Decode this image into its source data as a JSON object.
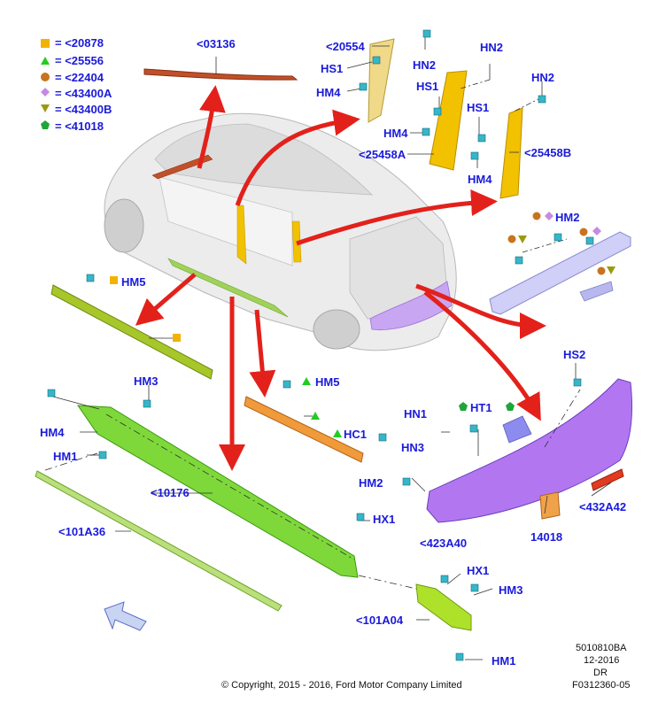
{
  "legend": [
    {
      "symbol": "square",
      "color": "#f2b200",
      "text": "= <20878"
    },
    {
      "symbol": "triangle-up",
      "color": "#22cc22",
      "text": "= <25556"
    },
    {
      "symbol": "circle",
      "color": "#c8741e",
      "text": "= <22404"
    },
    {
      "symbol": "diamond",
      "color": "#c58be0",
      "text": "= <43400A"
    },
    {
      "symbol": "triangle-down",
      "color": "#9a9a10",
      "text": "= <43400B"
    },
    {
      "symbol": "pentagon",
      "color": "#1fa53a",
      "text": "= <41018"
    }
  ],
  "labels": {
    "roof_strip": "<03136",
    "pillar_front": "<20554",
    "hs1_a": "HS1",
    "hn2_a": "HN2",
    "hm4_a": "HM4",
    "hn2_b": "HN2",
    "hs1_b": "HS1",
    "hm4_b": "HM4",
    "pillar_mid": "<25458A",
    "hn2_c": "HN2",
    "hs1_c": "HS1",
    "pillar_rear": "<25458B",
    "hm4_c": "HM4",
    "hm2_rear": "HM2",
    "hm5_left": "HM5",
    "hm3_sill": "HM3",
    "hm4_sill": "HM4",
    "hm1_sill": "HM1",
    "sill_main": "<10176",
    "sill_strip": "<101A36",
    "hm5_mid": "HM5",
    "hc1": "HC1",
    "hs2": "HS2",
    "hn1": "HN1",
    "ht1": "HT1",
    "hn3": "HN3",
    "hm2_bumper": "HM2",
    "bumper": "<423A40",
    "reflector": "<432A42",
    "bracket": "14018",
    "hx1_a": "HX1",
    "hx1_b": "HX1",
    "hm3_end": "HM3",
    "sill_end": "<101A04",
    "hm1_end": "HM1"
  },
  "meta": {
    "code": "5010810BA",
    "date": "12-2016",
    "dr": "DR",
    "ref": "F0312360-05",
    "copyright": "© Copyright, 2015 - 2016, Ford Motor Company Limited"
  },
  "colors": {
    "label": "#1a1adb",
    "arrow": "#e3211b",
    "car_body": "#e9e9e9",
    "pillar": "#f2c100",
    "sill_green": "#7ed83a",
    "sill_olive": "#a7c62a",
    "orange_strip": "#f09a3a",
    "bumper_purple": "#b277f0",
    "spoiler_lilac": "#c8c8f5",
    "roof_strip": "#c0502a"
  }
}
